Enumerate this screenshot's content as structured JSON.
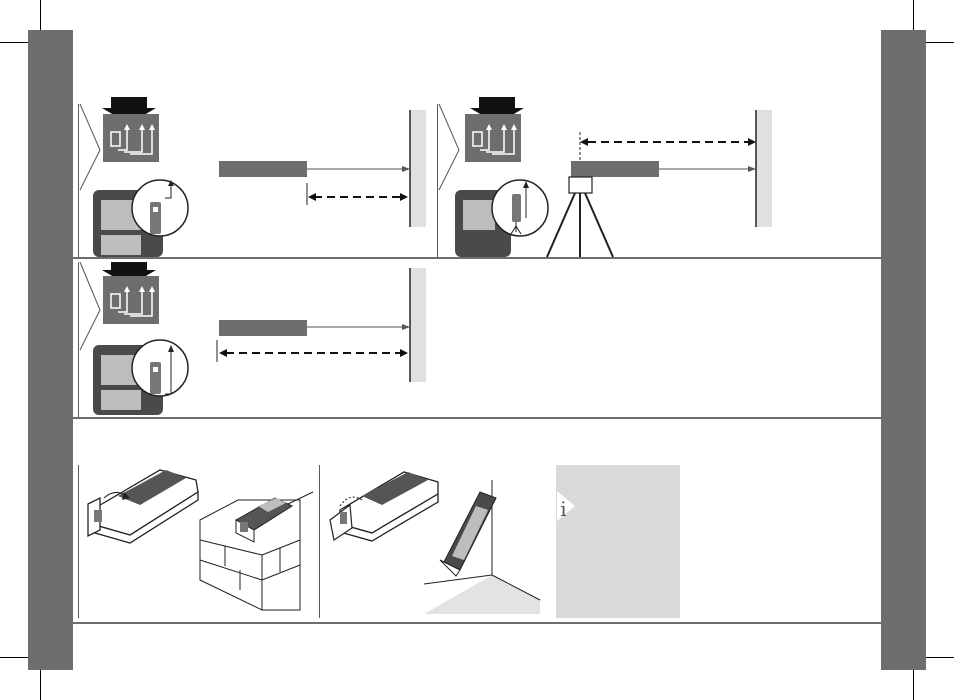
{
  "page": {
    "background": "#ffffff",
    "side_tab_color": "#6e6e6e",
    "rule_color": "#6e6e6e"
  },
  "panels": [
    {
      "id": "rear-edge-reference",
      "icon": "reference-rear-icon",
      "illustration": "device-measuring-to-wall"
    },
    {
      "id": "tripod-reference",
      "icon": "reference-tripod-icon",
      "illustration": "device-on-tripod-measuring-to-wall"
    },
    {
      "id": "front-edge-reference",
      "icon": "reference-front-icon",
      "illustration": "device-measuring-to-wall"
    }
  ],
  "accessory_panels": [
    {
      "id": "end-piece-flat",
      "illustration": "end-piece-on-brick-wall"
    },
    {
      "id": "end-piece-corner",
      "illustration": "end-piece-in-corner"
    }
  ],
  "info_note": {
    "icon": "info-icon",
    "letter": "i",
    "background": "#d9d9d9"
  }
}
